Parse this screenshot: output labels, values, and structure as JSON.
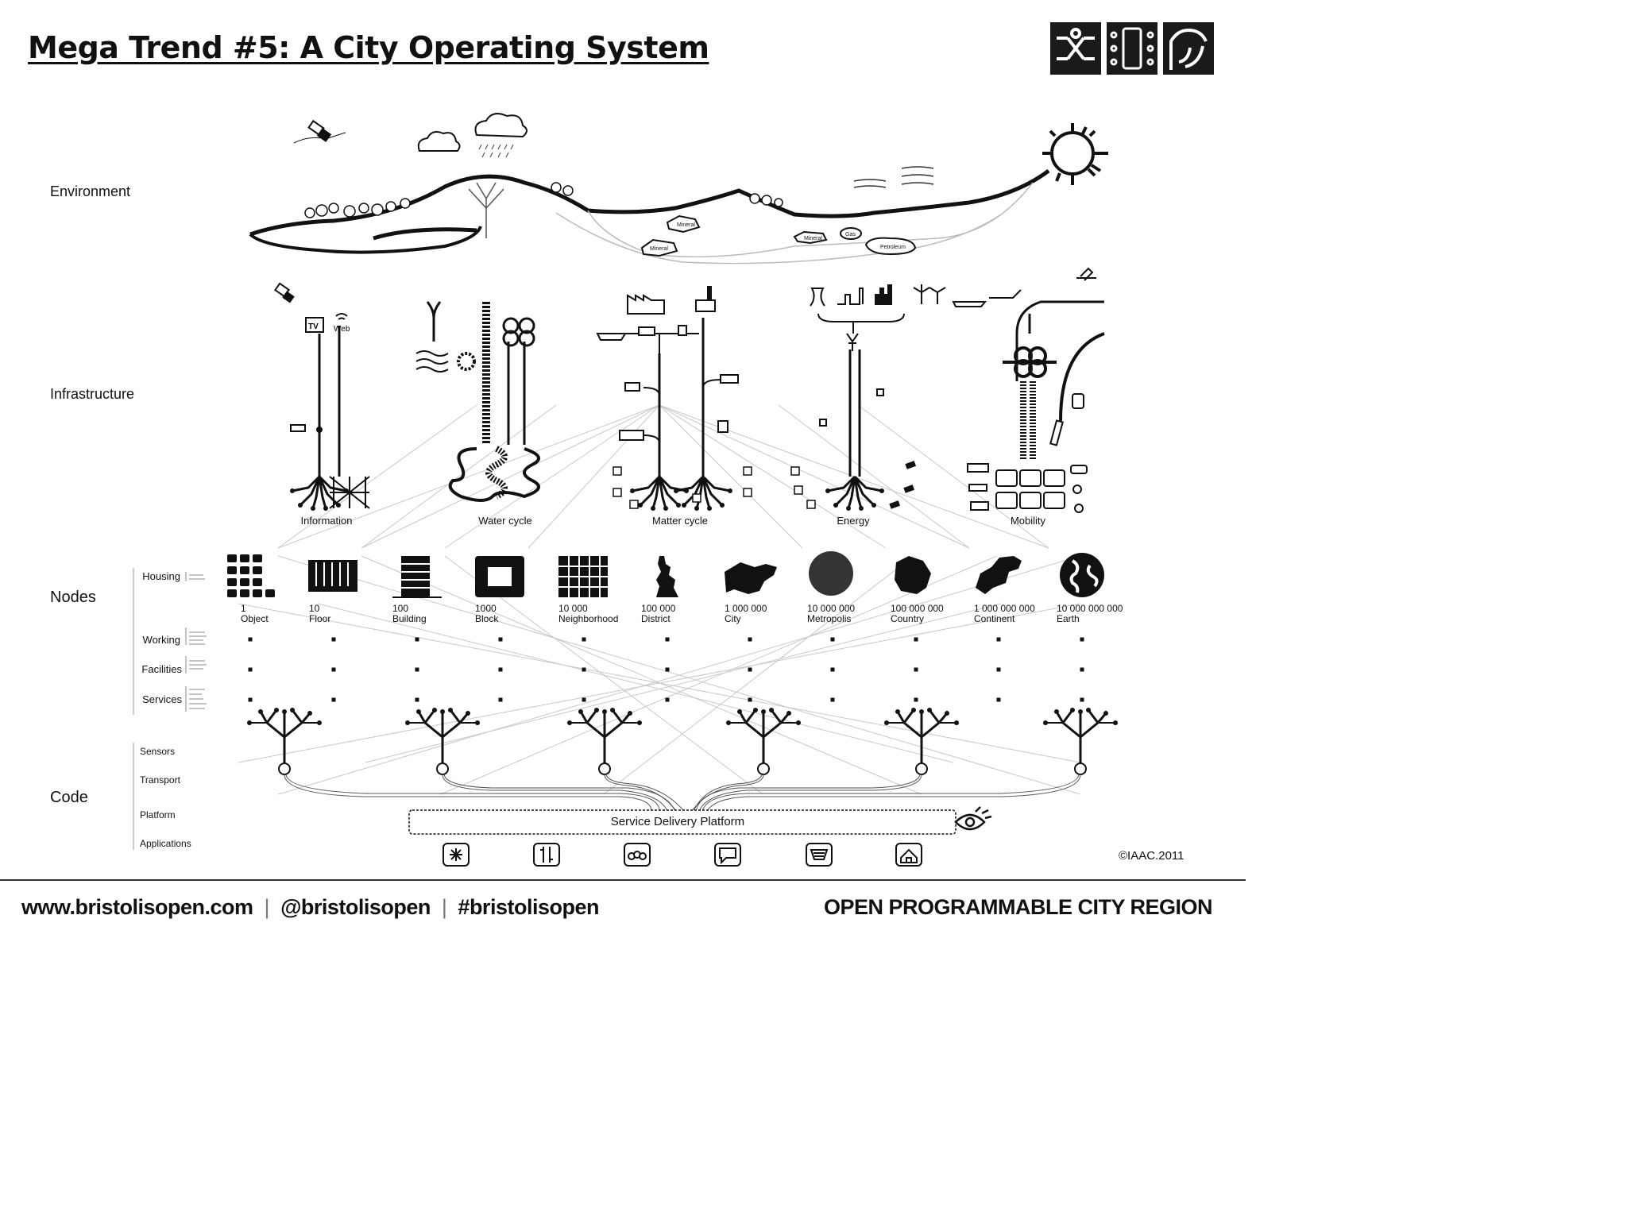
{
  "slide": {
    "title": "Mega Trend #5: A City Operating System",
    "logo_icons": [
      "bicycle-circuit-icon",
      "smartphone-circuit-icon",
      "signal-wave-icon"
    ]
  },
  "diagram": {
    "layers": [
      "Environment",
      "Infrastructure",
      "Nodes",
      "Code"
    ],
    "environment_labels": [
      "Mineral",
      "Mineral",
      "Mineral",
      "Gas",
      "Petroleum"
    ],
    "infrastructure": {
      "systems": [
        "Information",
        "Water cycle",
        "Matter cycle",
        "Energy",
        "Mobility"
      ],
      "info_labels": [
        "TV",
        "Web"
      ]
    },
    "nodes": {
      "rows": [
        "Housing",
        "Working",
        "Facilities",
        "Services"
      ],
      "scales": [
        {
          "count": "1",
          "name": "Object"
        },
        {
          "count": "10",
          "name": "Floor"
        },
        {
          "count": "100",
          "name": "Building"
        },
        {
          "count": "1000",
          "name": "Block"
        },
        {
          "count": "10 000",
          "name": "Neighborhood"
        },
        {
          "count": "100 000",
          "name": "District"
        },
        {
          "count": "1 000 000",
          "name": "City"
        },
        {
          "count": "10 000 000",
          "name": "Metropolis"
        },
        {
          "count": "100 000 000",
          "name": "Country"
        },
        {
          "count": "1 000 000 000",
          "name": "Continent"
        },
        {
          "count": "10 000 000 000",
          "name": "Earth"
        }
      ]
    },
    "code": {
      "rows": [
        "Sensors",
        "Transport",
        "Platform",
        "Applications"
      ],
      "platform_label": "Service Delivery Platform",
      "app_icons": [
        "health-icon",
        "transport-icon",
        "community-icon",
        "chat-icon",
        "shopping-icon",
        "home-icon"
      ]
    },
    "credit": "©IAAC.2011"
  },
  "footer": {
    "website": "www.bristolisopen.com",
    "twitter": "@bristolisopen",
    "hashtag": "#bristolisopen",
    "tagline": "OPEN PROGRAMMABLE CITY REGION"
  }
}
